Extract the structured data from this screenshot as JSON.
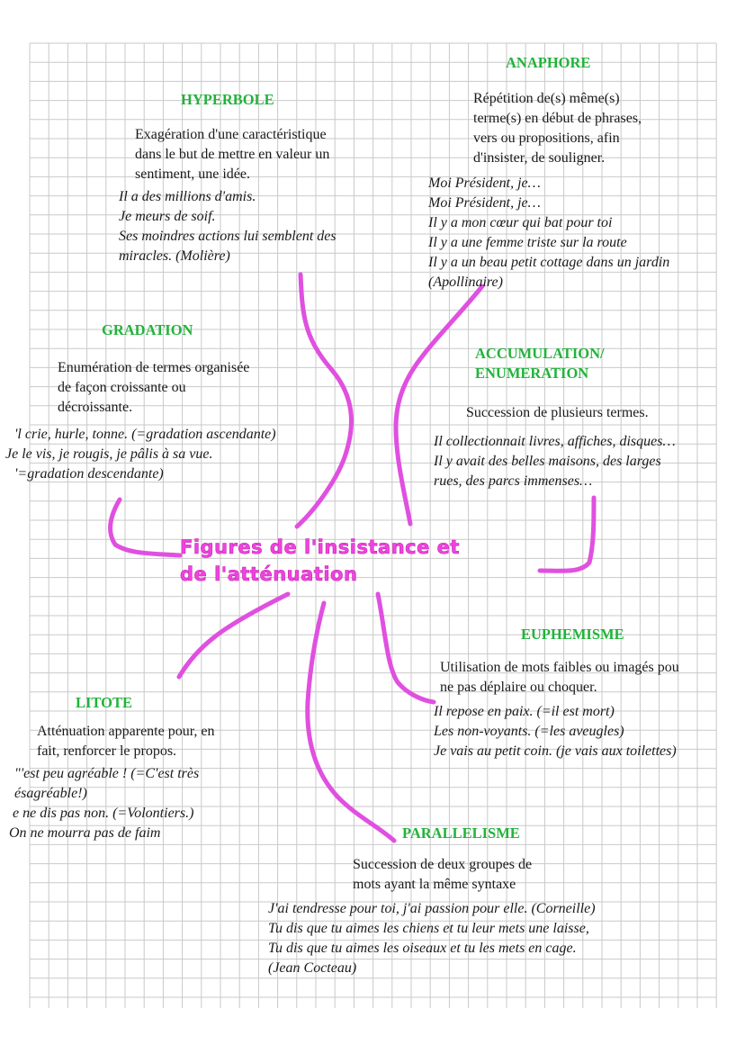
{
  "title": {
    "line1": "Figures de l'insistance et",
    "line2": "de l'atténuation"
  },
  "colors": {
    "heading": "#22b33a",
    "title": "#ee44dd",
    "connector": "#e050e0",
    "grid": "#c9c9c9",
    "text": "#1a1a1a"
  },
  "hyperbole": {
    "heading": "HYPERBOLE",
    "definition": [
      "Exagération d'une caractéristique",
      "dans le but de mettre en valeur un",
      "sentiment, une idée."
    ],
    "examples": [
      "Il a des millions d'amis.",
      "Je meurs de soif.",
      "Ses moindres actions lui semblent des",
      "miracles. (Molière)"
    ]
  },
  "anaphore": {
    "heading": "ANAPHORE",
    "definition": [
      "Répétition de(s) même(s)",
      "terme(s) en début de phrases,",
      "vers ou propositions, afin",
      "d'insister, de souligner."
    ],
    "examples": [
      "Moi Président, je…",
      "Moi Président, je…",
      "Il y a mon cœur qui bat pour toi",
      "Il y a une femme triste sur la route",
      "Il y a un beau petit cottage dans un jardin",
      "(Apollinaire)"
    ]
  },
  "gradation": {
    "heading": "GRADATION",
    "definition": [
      "Enumération de termes organisée",
      "de façon croissante ou",
      "décroissante."
    ],
    "examples": [
      "'l crie, hurle, tonne. (=gradation ascendante)",
      "Je le vis, je rougis, je pâlis à sa vue.",
      "'=gradation descendante)"
    ]
  },
  "accumulation": {
    "heading_line1": "ACCUMULATION/",
    "heading_line2": "ENUMERATION",
    "definition": [
      "Succession de plusieurs termes."
    ],
    "examples": [
      "Il collectionnait livres, affiches, disques…",
      "Il y avait des belles maisons, des larges",
      "rues, des parcs immenses…"
    ]
  },
  "euphemisme": {
    "heading": "EUPHEMISME",
    "definition": [
      "Utilisation de mots faibles ou imagés pou",
      "ne pas déplaire ou choquer."
    ],
    "examples": [
      "Il repose en paix. (=il est mort)",
      "Les non-voyants. (=les aveugles)",
      "Je vais au petit coin. (je vais aux toilettes)"
    ]
  },
  "litote": {
    "heading": "LITOTE",
    "definition": [
      "Atténuation apparente pour, en",
      "fait, renforcer le propos."
    ],
    "examples": [
      "\"'est peu agréable ! (=C'est très",
      "ésagréable!)",
      "e ne dis pas non. (=Volontiers.)",
      "On ne mourra pas de faim"
    ]
  },
  "parallelisme": {
    "heading": "PARALLELISME",
    "definition": [
      "Succession de deux groupes de",
      "mots ayant la même syntaxe"
    ],
    "examples": [
      "J'ai tendresse pour toi, j'ai passion pour elle. (Corneille)",
      "Tu dis que tu aimes les chiens et tu leur mets une laisse,",
      "Tu dis que tu aimes les oiseaux et tu les mets en cage.",
      "(Jean Cocteau)"
    ]
  }
}
